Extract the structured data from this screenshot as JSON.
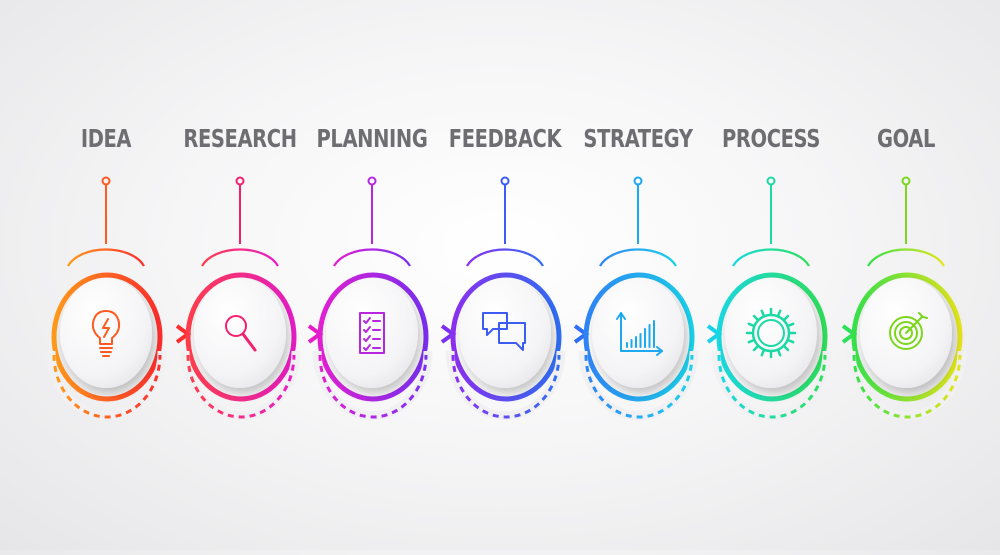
{
  "steps": [
    {
      "label": "IDEA",
      "icon": "lightbulb-icon",
      "color": "#ff5a1f"
    },
    {
      "label": "RESEARCH",
      "icon": "magnifying-glass-icon",
      "color": "#f2206e"
    },
    {
      "label": "PLANNING",
      "icon": "checklist-icon",
      "color": "#b727e0"
    },
    {
      "label": "FEEDBACK",
      "icon": "speech-bubbles-icon",
      "color": "#3d5cf3"
    },
    {
      "label": "STRATEGY",
      "icon": "bar-chart-icon",
      "color": "#1da9ef"
    },
    {
      "label": "PROCESS",
      "icon": "gear-icon",
      "color": "#1bd8a4"
    },
    {
      "label": "GOAL",
      "icon": "target-icon",
      "color": "#7cd61e"
    }
  ],
  "gradients": [
    [
      "#ff9a1a",
      "#ff2d2d"
    ],
    [
      "#ff3d4a",
      "#e81cc7"
    ],
    [
      "#e21fd2",
      "#7a2ff3"
    ],
    [
      "#8b2ff0",
      "#2f6ff5"
    ],
    [
      "#2f84f5",
      "#19d2ea"
    ],
    [
      "#19d8e0",
      "#2fe05a"
    ],
    [
      "#36e04b",
      "#e6e61a"
    ]
  ]
}
